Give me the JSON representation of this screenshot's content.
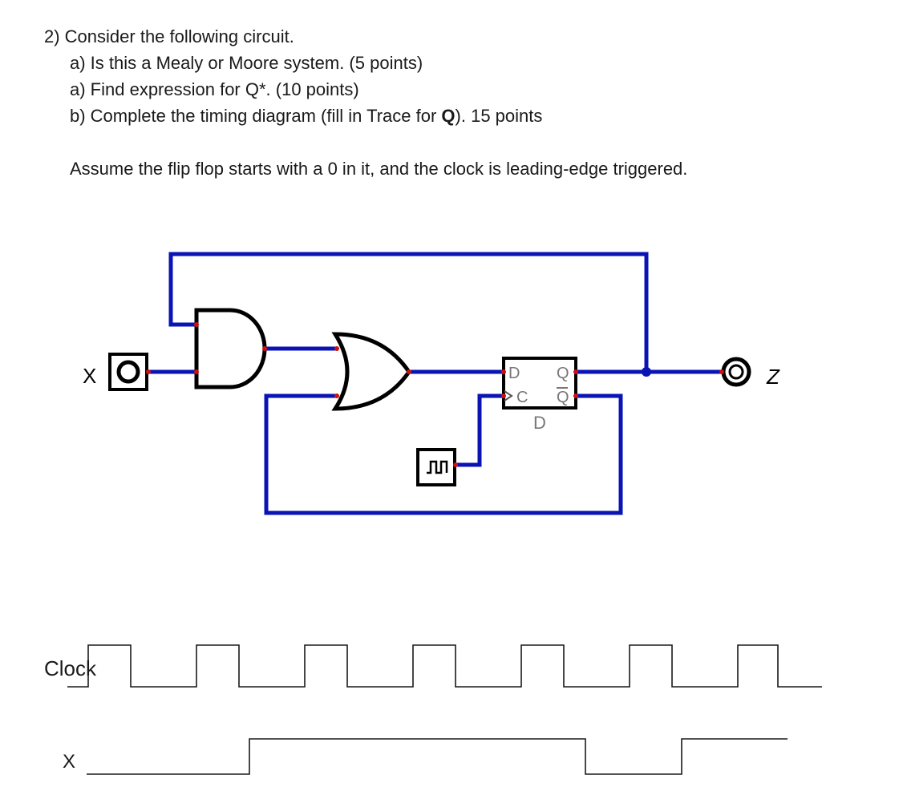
{
  "question": {
    "title": "2) Consider the following circuit.",
    "part_a1": "a) Is this a Mealy or Moore system. (5 points)",
    "part_a2": "a) Find expression for Q*. (10 points)",
    "part_b_pre": "b) Complete the timing diagram (fill in Trace for ",
    "part_b_bold": "Q",
    "part_b_post": "). 15 points",
    "assumption": "Assume the flip flop starts with a 0 in it, and the clock is leading-edge triggered."
  },
  "circuit": {
    "input_label": "X",
    "output_label": "Z",
    "ff_d_pin": "D",
    "ff_c_pin": "C",
    "ff_q_pin": "Q",
    "ff_qbar_pin": "Q",
    "ff_type_label": "D",
    "colors": {
      "wire": "#0a14b4",
      "gate": "#000000",
      "pin": "#cc1010"
    }
  },
  "timing": {
    "clock_label": "Clock",
    "x_label": "X",
    "clock_pulses": 7,
    "x_levels": [
      0,
      0,
      0,
      0,
      0,
      1,
      1,
      1,
      1,
      1,
      1,
      1,
      1,
      1,
      1,
      1,
      0,
      0,
      0,
      1,
      1,
      1,
      1,
      1
    ]
  }
}
